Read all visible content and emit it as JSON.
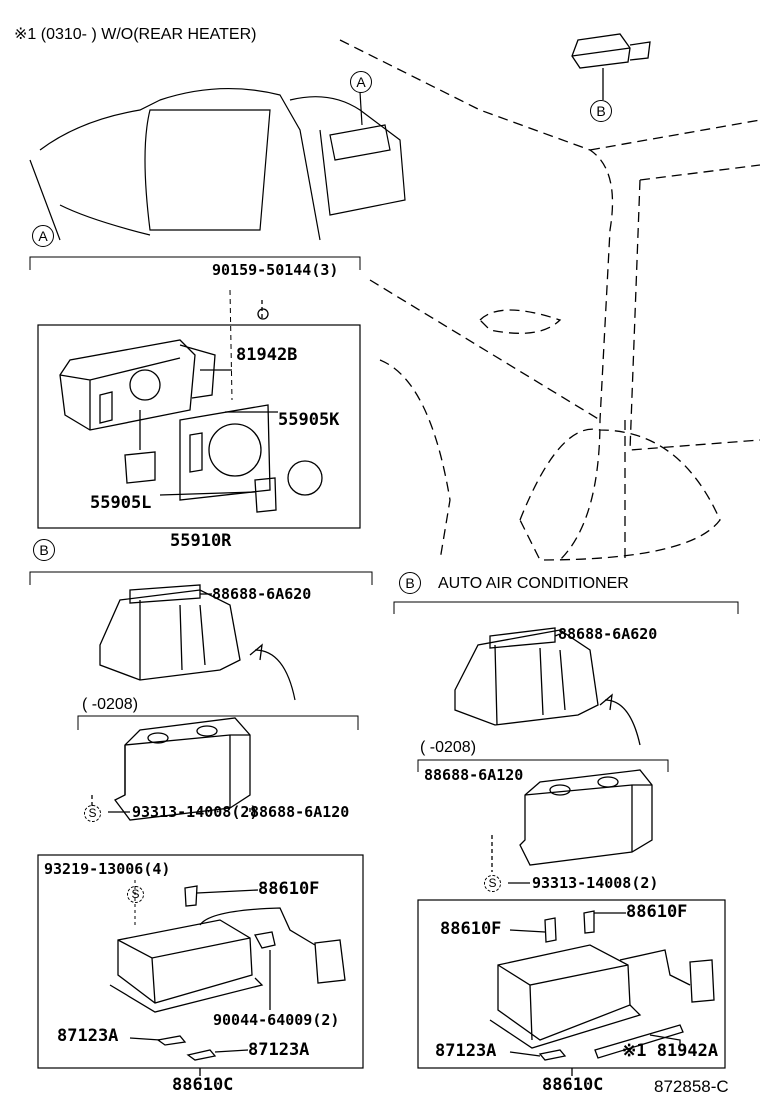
{
  "header": {
    "note": "※1  (0310-        ) W/O(REAR HEATER)"
  },
  "refs": {
    "a": "A",
    "b": "B",
    "s": "S"
  },
  "section_a": {
    "bolt": "90159-50144(3)",
    "plate": "81942B",
    "knob": "55905K",
    "knob_small": "55905L",
    "assembly": "55910R"
  },
  "section_b_left": {
    "cover": "88688-6A620",
    "date_range": "(        -0208)",
    "cover_old": "88688-6A120",
    "screw": "93313-14008(2)",
    "screw2": "93219-13006(4)",
    "bulb": "88610F",
    "nut": "90044-64009(2)",
    "pad1": "87123A",
    "pad2": "87123A",
    "assembly": "88610C"
  },
  "section_b_right": {
    "title": "AUTO AIR CONDITIONER",
    "cover": "88688-6A620",
    "date_range": "(        -0208)",
    "cover_old": "88688-6A120",
    "screw": "93313-14008(2)",
    "bulb1": "88610F",
    "bulb2": "88610F",
    "pad": "87123A",
    "label": "※1 81942A",
    "assembly": "88610C"
  },
  "figure_id": "872858-C"
}
